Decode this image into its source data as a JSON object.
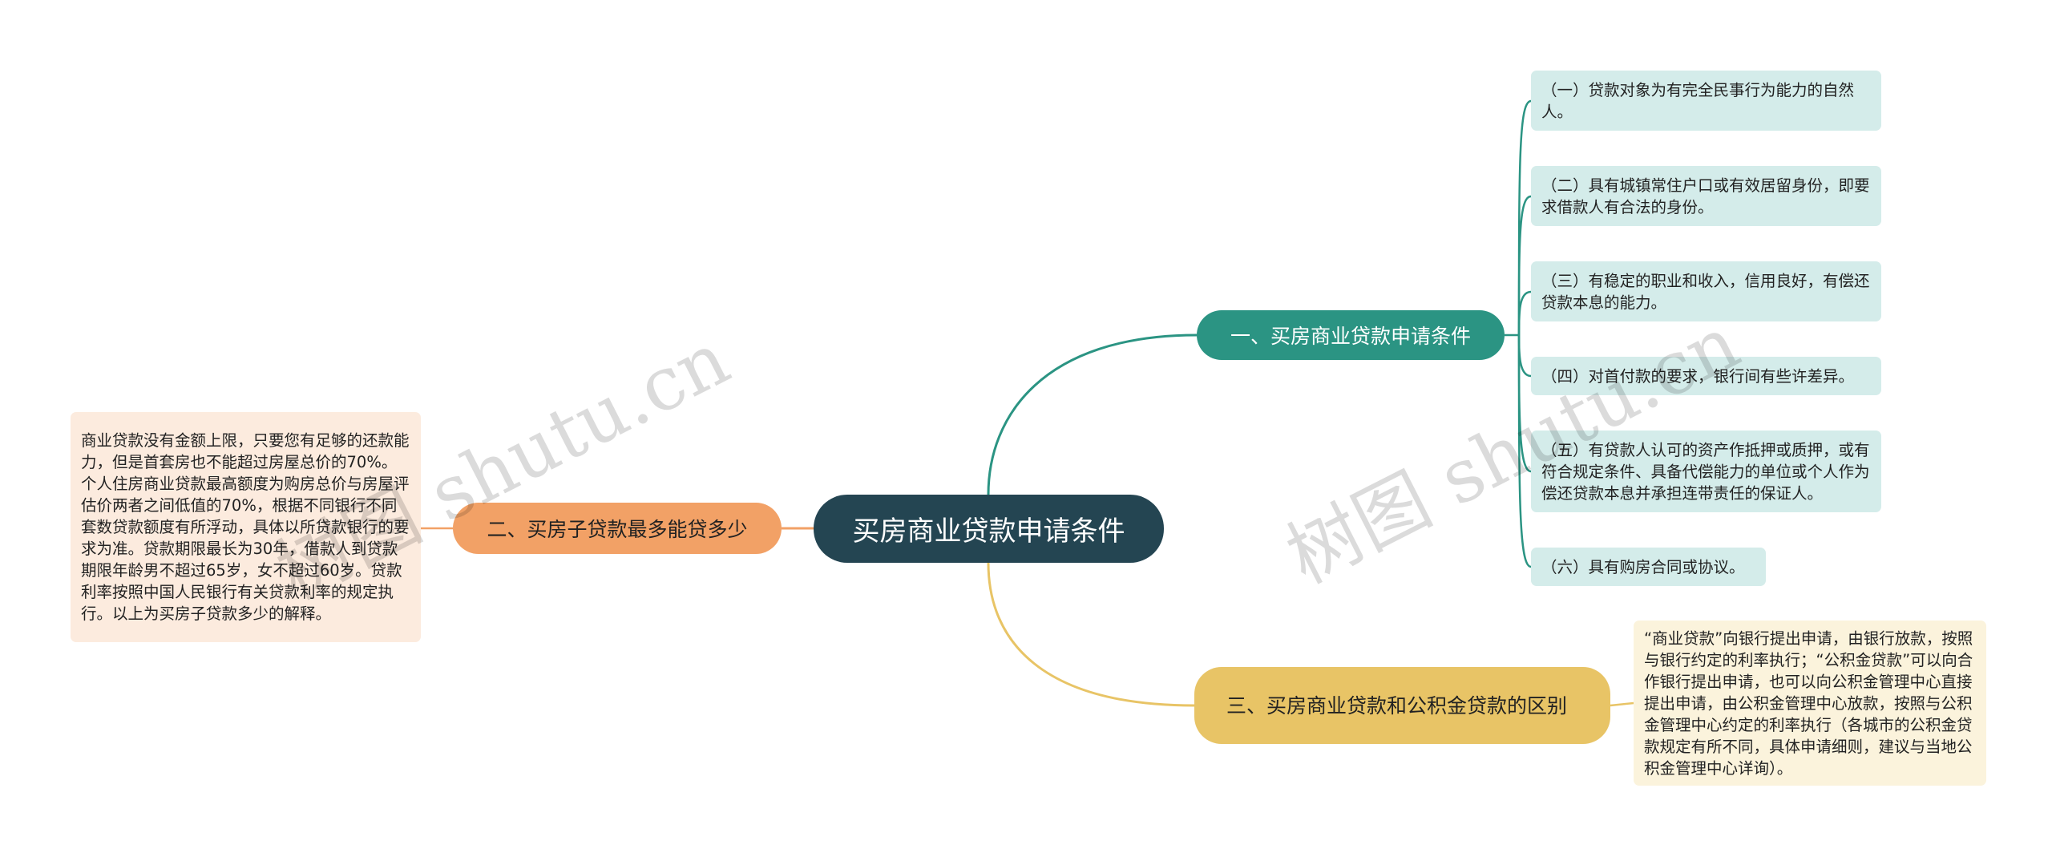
{
  "center": {
    "label": "买房商业贷款申请条件",
    "color": "#244552"
  },
  "branches": [
    {
      "label": "一、买房商业贷款申请条件",
      "color": "#2b9483",
      "children": [
        "（一）贷款对象为有完全民事行为能力的自然人。",
        "（二）具有城镇常住户口或有效居留身份，即要求借款人有合法的身份。",
        "（三）有稳定的职业和收入，信用良好，有偿还贷款本息的能力。",
        "（四）对首付款的要求，银行间有些许差异。",
        "（五）有贷款人认可的资产作抵押或质押，或有符合规定条件、具备代偿能力的单位或个人作为偿还贷款本息并承担连带责任的保证人。",
        "（六）具有购房合同或协议。"
      ]
    },
    {
      "label": "二、买房子贷款最多能贷多少",
      "color": "#f2a166",
      "children": [
        "商业贷款没有金额上限，只要您有足够的还款能力，但是首套房也不能超过房屋总价的70%。个人住房商业贷款最高额度为购房总价与房屋评估价两者之间低值的70%，根据不同银行不同套数贷款额度有所浮动，具体以所贷款银行的要求为准。贷款期限最长为30年，借款人到贷款期限年龄男不超过65岁，女不超过60岁。贷款利率按照中国人民银行有关贷款利率的规定执行。以上为买房子贷款多少的解释。"
      ]
    },
    {
      "label": "三、买房商业贷款和公积金贷款的区别",
      "color": "#e8c466",
      "children": [
        "“商业贷款”向银行提出申请，由银行放款，按照与银行约定的利率执行；“公积金贷款”可以向合作银行提出申请，也可以向公积金管理中心直接提出申请，由公积金管理中心放款，按照与公积金管理中心约定的利率执行（各城市的公积金贷款规定有所不同，具体申请细则，建议与当地公积金管理中心详询）。"
      ]
    }
  ],
  "watermark": "树图 shutu.cn"
}
